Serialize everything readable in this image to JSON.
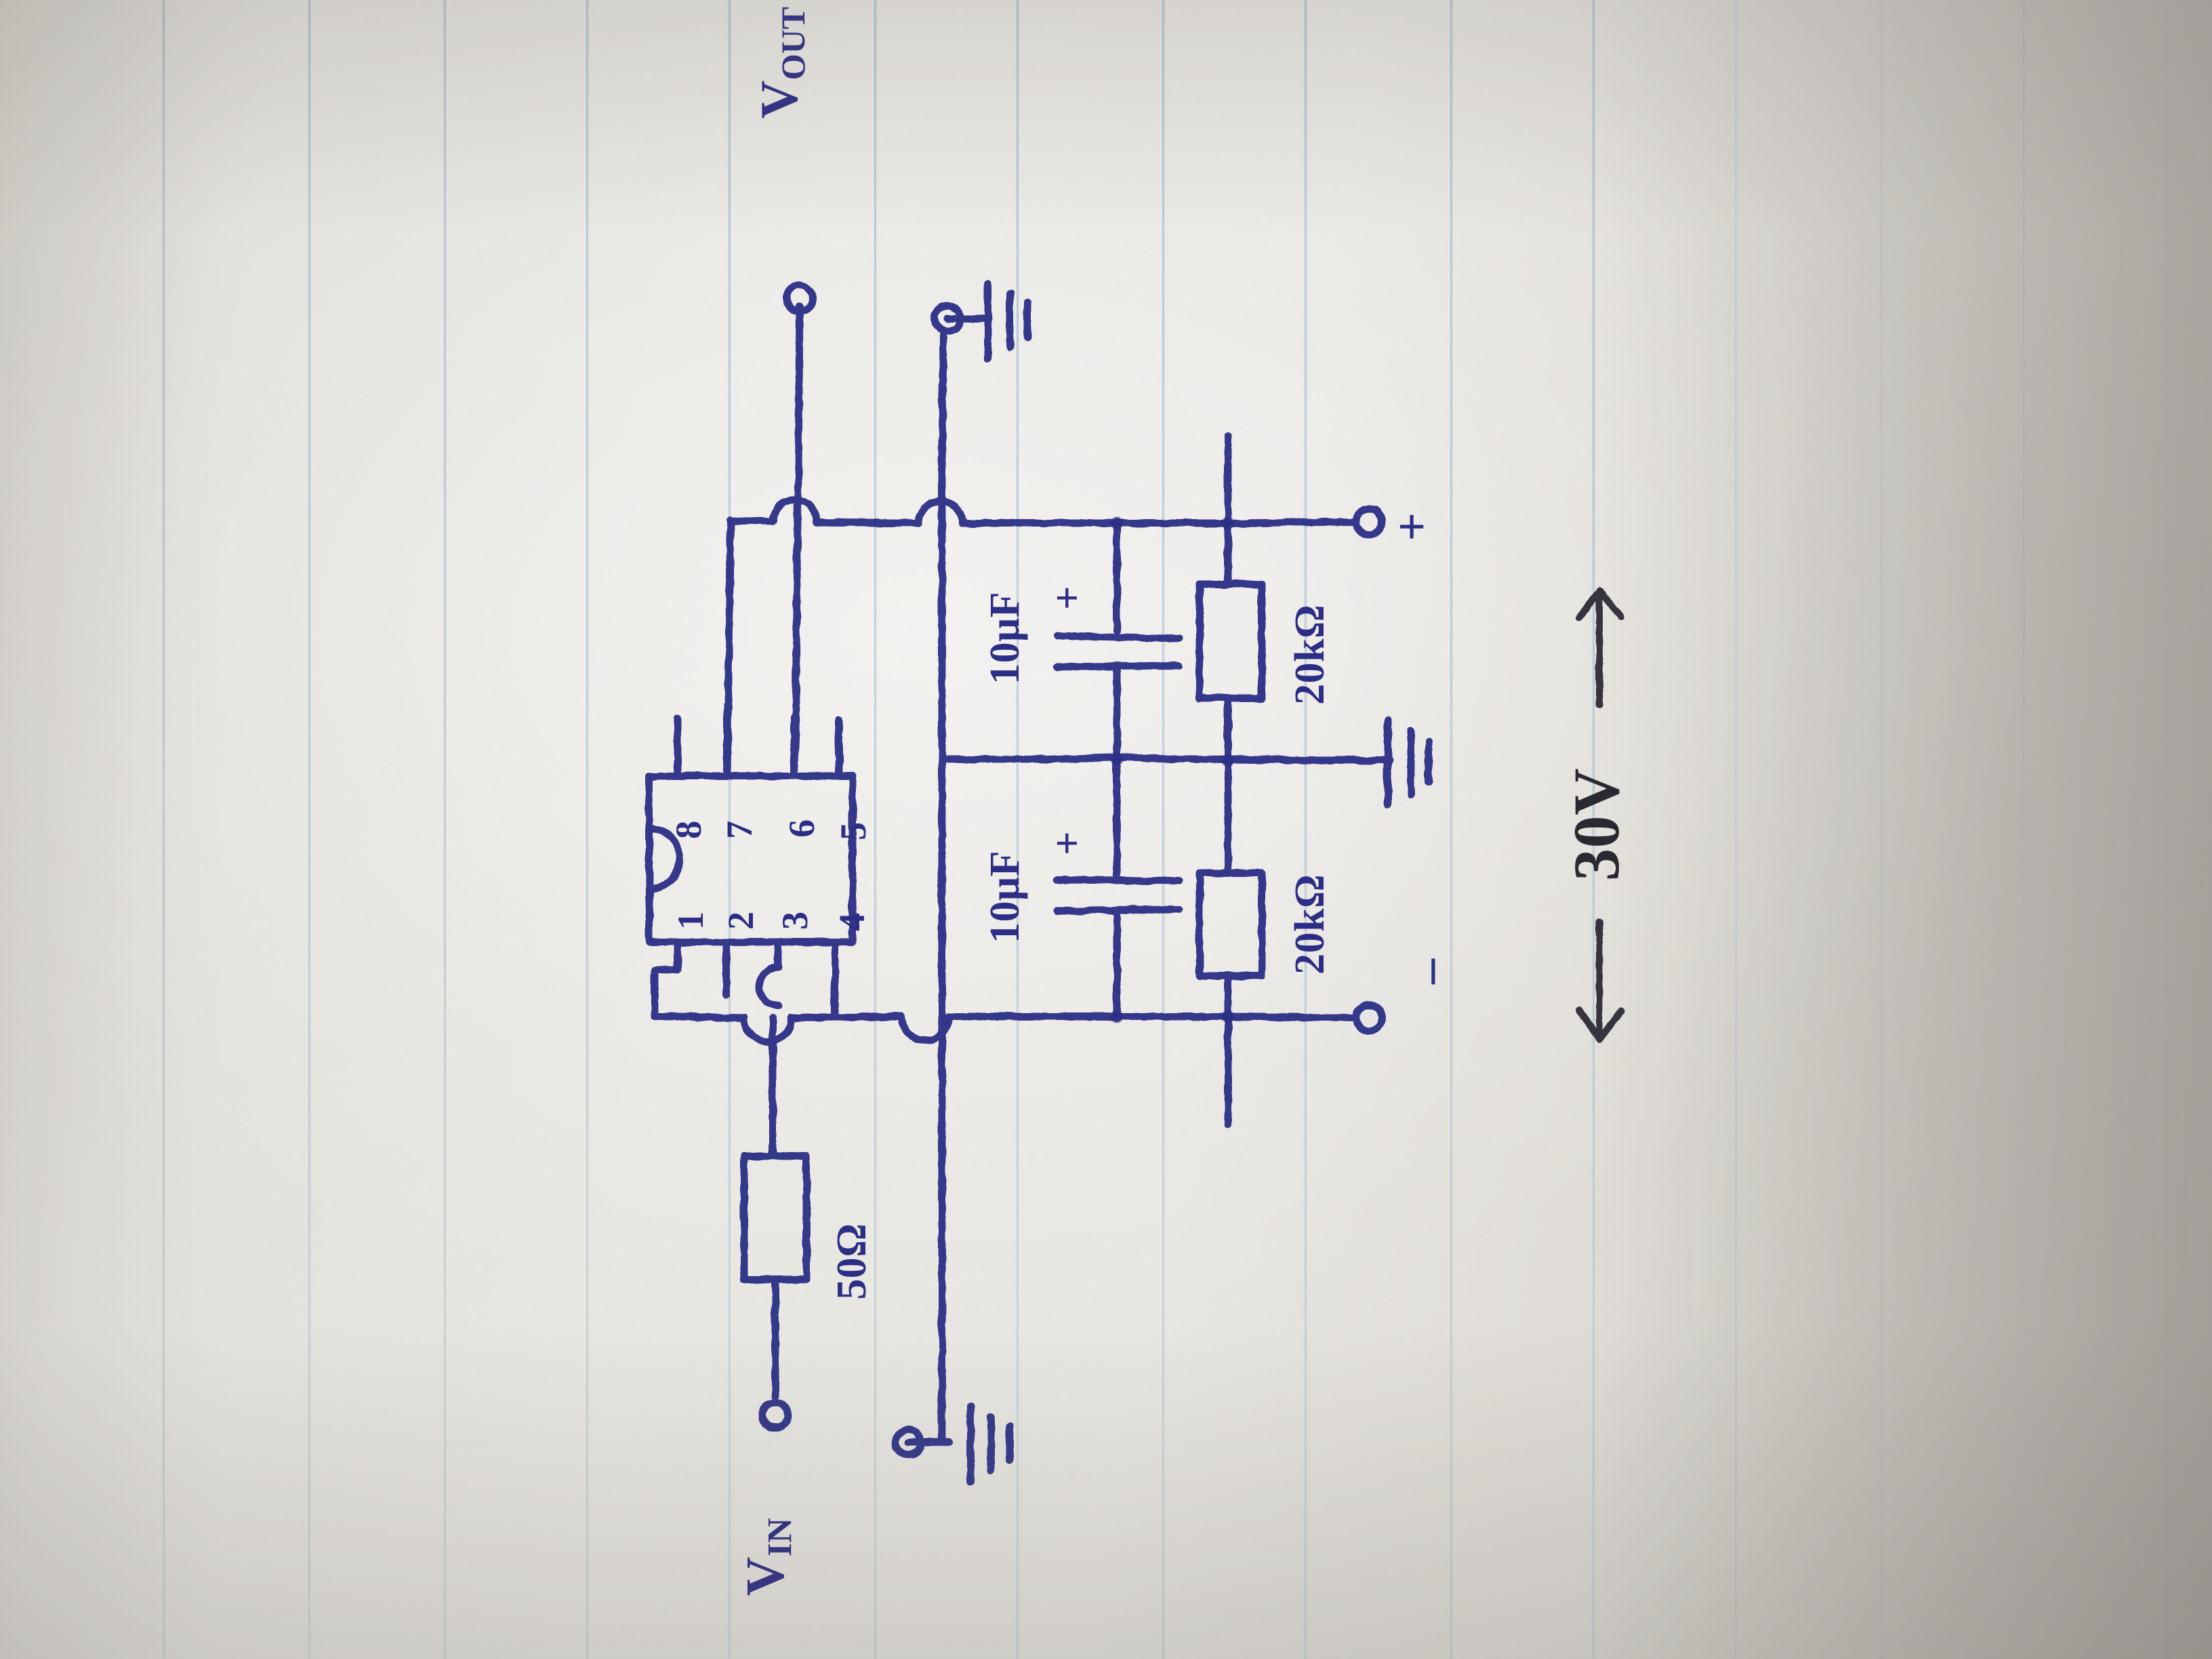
{
  "medium": {
    "surface": "ruled notebook paper",
    "ink_color": "#2b2d86",
    "annotation_ink_color": "#2a2730",
    "paper_color": "#e9e6e0",
    "rule_color": "#7ea4c8",
    "orientation_note": "page photographed rotated 90 degrees; ruled lines run vertically"
  },
  "title": "Hand-drawn power supply / regulator circuit schematic",
  "labels": {
    "v_out": "V",
    "v_out_sub": "OUT",
    "v_in": "V",
    "v_in_sub": "IN",
    "plus_terminal": "+",
    "minus_terminal": "–",
    "supply_annotation": "30V"
  },
  "components": [
    {
      "id": "ic1",
      "type": "integrated-circuit",
      "package": "DIP-8",
      "pins_top": [
        "8",
        "7",
        "6",
        "5"
      ],
      "pins_bottom": [
        "1",
        "2",
        "3",
        "4"
      ],
      "notch": "left-side semicircle"
    },
    {
      "id": "c1",
      "type": "capacitor",
      "polarized": true,
      "value": "10μF",
      "polarity_mark": "+"
    },
    {
      "id": "c2",
      "type": "capacitor",
      "polarized": true,
      "value": "10μF",
      "polarity_mark": "+"
    },
    {
      "id": "r1",
      "type": "resistor",
      "value": "20kΩ"
    },
    {
      "id": "r2",
      "type": "resistor",
      "value": "20kΩ"
    },
    {
      "id": "r3",
      "type": "resistor",
      "value": "50Ω"
    }
  ],
  "terminals": [
    {
      "id": "t-vout",
      "label": "V_OUT",
      "symbol": "open-circle"
    },
    {
      "id": "t-vin",
      "label": "V_IN",
      "symbol": "open-circle"
    },
    {
      "id": "t-plus",
      "label": "+",
      "symbol": "open-circle"
    },
    {
      "id": "t-minus",
      "label": "–",
      "symbol": "open-circle"
    },
    {
      "id": "gnd-1",
      "label": "ground",
      "symbol": "earth-ground"
    },
    {
      "id": "gnd-2",
      "label": "ground",
      "symbol": "earth-ground"
    },
    {
      "id": "gnd-3",
      "label": "ground",
      "symbol": "earth-ground"
    }
  ],
  "annotations": [
    {
      "id": "supply-span",
      "text": "30V",
      "arrow": "double-headed vertical",
      "meaning": "30V total across + and – rails"
    }
  ],
  "component_labels": {
    "c1_value": "10μF",
    "c1_polarity": "+",
    "c2_value": "10μF",
    "c2_polarity": "+",
    "r1_value": "20kΩ",
    "r2_value": "20kΩ",
    "r3_value": "50Ω"
  },
  "ic_pin_labels": {
    "p8": "8",
    "p7": "7",
    "p6": "6",
    "p5": "5",
    "p1": "1",
    "p2": "2",
    "p3": "3",
    "p4": "4"
  }
}
